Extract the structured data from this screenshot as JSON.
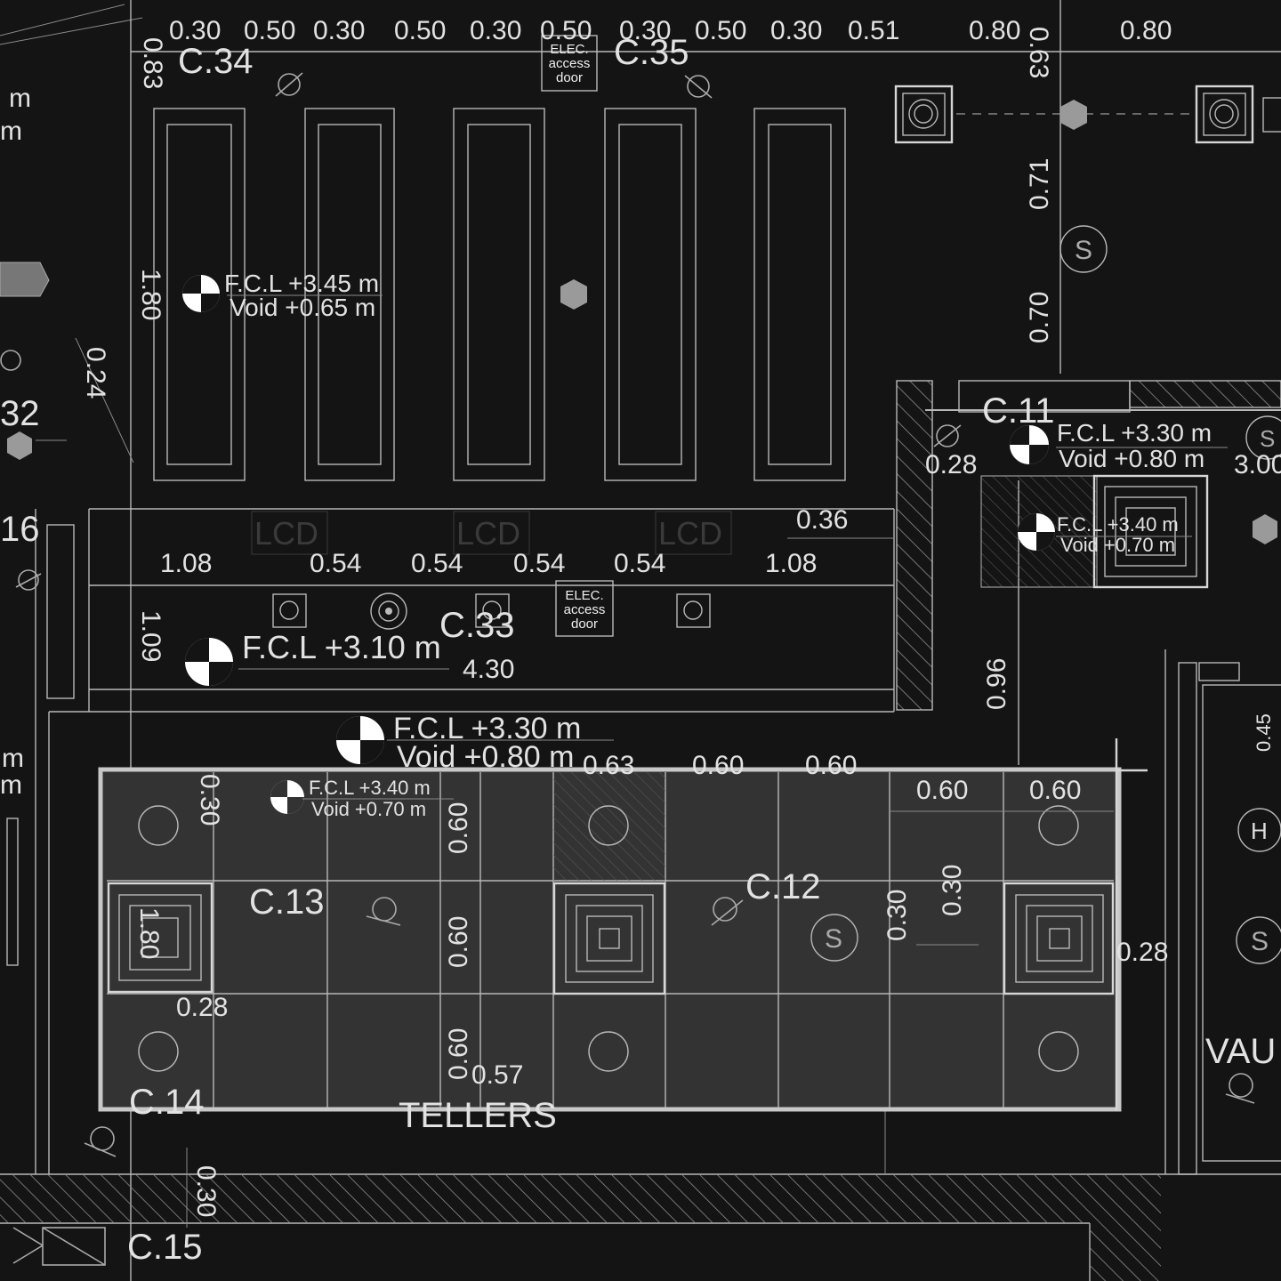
{
  "top_dims": [
    "0.83",
    "0.30",
    "0.50",
    "0.30",
    "0.50",
    "0.30",
    "0.50",
    "0.30",
    "0.50",
    "0.30",
    "0.51",
    "0.80",
    "0.63",
    "0.80"
  ],
  "right_col_dims": [
    "0.71",
    "0.70",
    "0.96"
  ],
  "left_dims": {
    "d180": "1.80",
    "d024": "0.24",
    "d109": "1.09",
    "d030": "0.30",
    "d180b": "1.80",
    "d030b": "0.30"
  },
  "frag": {
    "m1": "m",
    "m2": "m",
    "n32": "32",
    "n16": "16",
    "m3": "m",
    "m4": "m"
  },
  "ceiling_labels": {
    "c34": "C.34",
    "c35": "C.35",
    "c11": "C.11",
    "c33": "C.33",
    "c13": "C.13",
    "c12": "C.12",
    "c14": "C.14",
    "c15": "C.15",
    "tellers": "TELLERS",
    "vault": "VAU"
  },
  "levels": {
    "l1": "F.C.L +3.45 m",
    "v1": "Void +0.65 m",
    "l2": "F.C.L +3.30 m",
    "v2": "Void +0.80 m",
    "l3": "F.C.L +3.40 m",
    "v3": "Void +0.70 m",
    "l4": "F.C.L +3.10 m",
    "l5": "F.C.L +3.30 m",
    "v5": "Void +0.80 m",
    "l6": "F.C.L +3.40 m",
    "v6": "Void +0.70 m"
  },
  "mid_dims": [
    "1.08",
    "0.54",
    "0.54",
    "0.54",
    "0.54",
    "1.08",
    "0.36",
    "4.30",
    "0.28",
    "3.00"
  ],
  "teller_dims": [
    "0.63",
    "0.60",
    "0.60",
    "0.60",
    "0.60",
    "0.60",
    "0.60",
    "0.60",
    "0.30",
    "0.30",
    "0.28",
    "0.28",
    "0.57",
    "0.45"
  ],
  "elec_door": [
    "ELEC.",
    "access",
    "door"
  ],
  "lcd": "LCD",
  "symbols": {
    "s": "S",
    "h": "H"
  }
}
